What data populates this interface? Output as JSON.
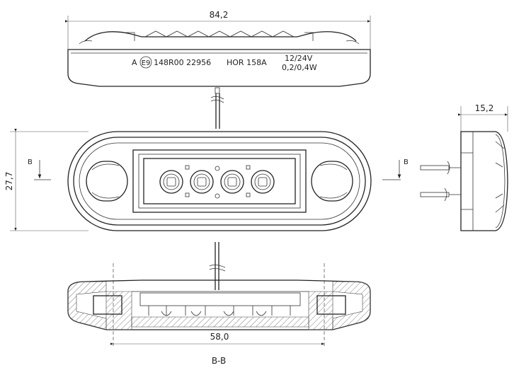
{
  "dimensions": {
    "length": "84,2",
    "height": "27,7",
    "depth": "15,2",
    "pitch": "58,0"
  },
  "marking": {
    "class_letter": "A",
    "approval_mark": "E9",
    "approval_number": "148R00 22956",
    "model": "HOR 158A",
    "voltage": "12/24V",
    "power": "0,2/0,4W"
  },
  "section": {
    "marker_letter": "B",
    "label": "B-B"
  }
}
